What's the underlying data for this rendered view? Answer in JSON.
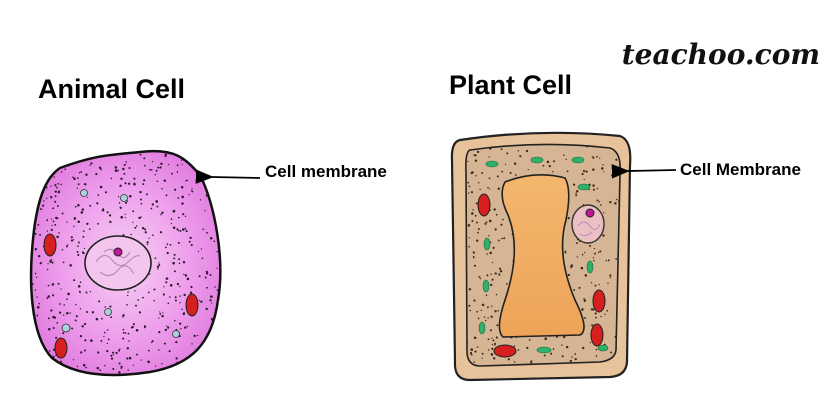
{
  "watermark": "teachoo.com",
  "animal": {
    "title": "Animal Cell",
    "label": "Cell membrane"
  },
  "plant": {
    "title": "Plant Cell",
    "label": "Cell Membrane"
  },
  "colors": {
    "animal_cytoplasm": "#e98ee8",
    "animal_outline": "#111111",
    "plant_wall": "#e8c29a",
    "plant_cytoplasm": "#d6b594",
    "vacuole": "#f2b068",
    "chloroplast": "#2fb06b",
    "mitochondria": "#d62020"
  }
}
